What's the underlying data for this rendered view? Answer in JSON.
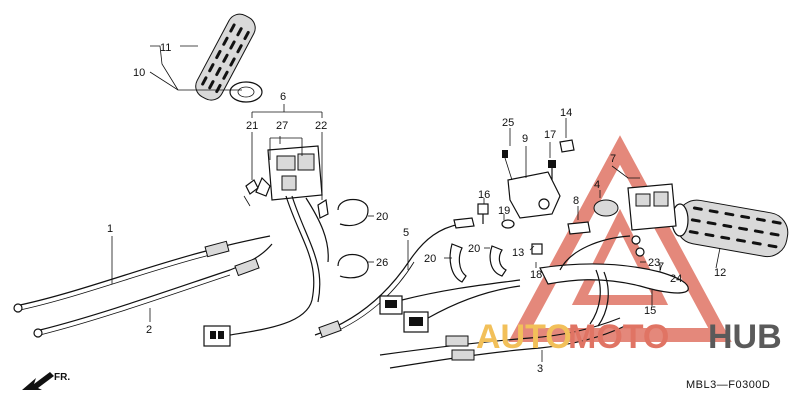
{
  "diagram": {
    "code": "MBL3—F0300D",
    "direction_label": "FR.",
    "part_numbers": [
      "1",
      "2",
      "3",
      "4",
      "5",
      "6",
      "7",
      "8",
      "9",
      "10",
      "11",
      "12",
      "13",
      "14",
      "15",
      "16",
      "17",
      "18",
      "19",
      "20",
      "21",
      "22",
      "23",
      "24",
      "25",
      "26",
      "27"
    ],
    "labels": {
      "p1": "1",
      "p2": "2",
      "p3": "3",
      "p4": "4",
      "p5": "5",
      "p6": "6",
      "p7a": "7",
      "p7b": "7",
      "p8": "8",
      "p9": "9",
      "p10": "10",
      "p11": "11",
      "p12": "12",
      "p13": "13",
      "p14": "14",
      "p15": "15",
      "p16": "16",
      "p17": "17",
      "p18": "18",
      "p19": "19",
      "p20a": "20",
      "p20b": "20",
      "p20c": "20",
      "p21": "21",
      "p22": "22",
      "p23": "23",
      "p24": "24",
      "p25": "25",
      "p26": "26",
      "p27": "27"
    }
  },
  "watermark": {
    "part1": "AUTO",
    "part2": "MOTO",
    "part3": "HUB",
    "colors": {
      "auto": "#f2c05a",
      "moto": "#e07464",
      "hub": "#5a5a5a",
      "triangle": "#e07464"
    }
  }
}
